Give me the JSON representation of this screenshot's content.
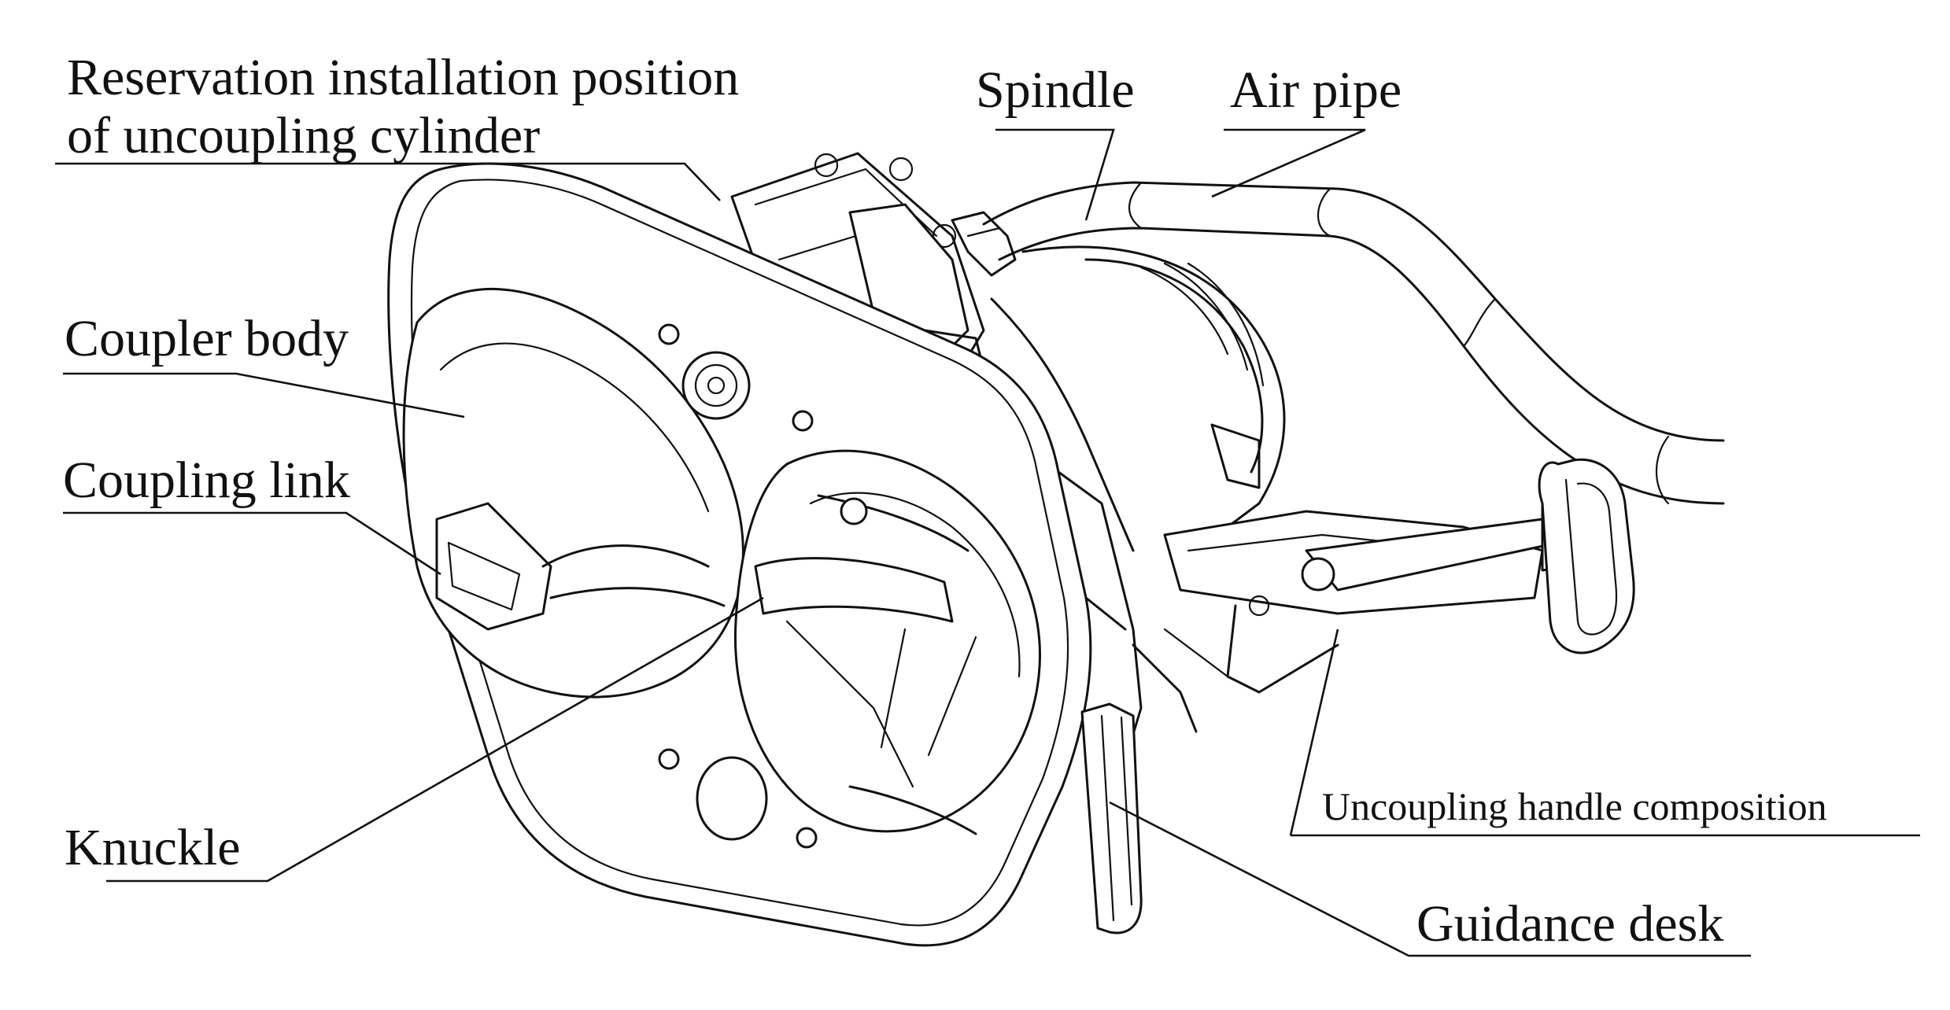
{
  "labels": {
    "reservation_line1": "Reservation installation position",
    "reservation_line2": "of uncoupling cylinder",
    "spindle": "Spindle",
    "air_pipe": "Air pipe",
    "coupler_body": "Coupler body",
    "coupling_link": "Coupling link",
    "knuckle": "Knuckle",
    "uncoupling_handle": "Uncoupling handle composition",
    "guidance_desk": "Guidance desk"
  },
  "colors": {
    "ink": "#111111",
    "background": "#ffffff"
  }
}
